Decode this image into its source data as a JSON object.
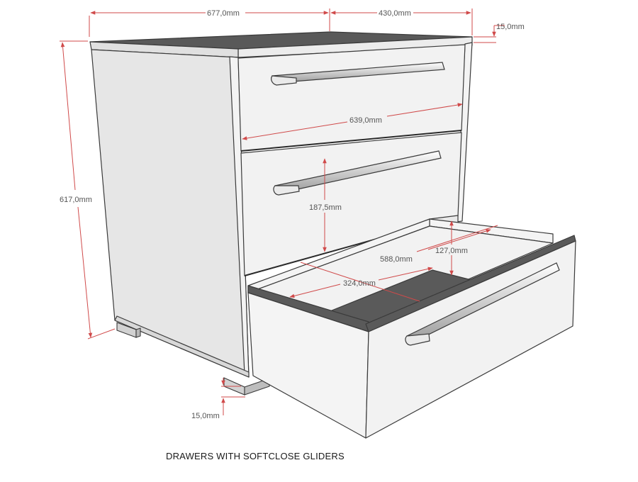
{
  "caption": "DRAWERS WITH SOFTCLOSE GLIDERS",
  "dimensions": {
    "depth": "677,0mm",
    "width": "430,0mm",
    "top_thickness": "15,0mm",
    "height": "617,0mm",
    "drawer_front_width": "639,0mm",
    "drawer_front_height": "187,5mm",
    "drawer_inner_depth": "588,0mm",
    "drawer_inner_height": "127,0mm",
    "drawer_inner_width": "324,0mm",
    "foot_height": "15,0mm"
  },
  "colors": {
    "dimension_line": "#d04a4a",
    "panel_light": "#f0f0f0",
    "panel_side": "#e3e3e3",
    "top_surface": "#595959",
    "drawer_bottom": "#5a5a5a",
    "outline": "#3a3a3a"
  }
}
